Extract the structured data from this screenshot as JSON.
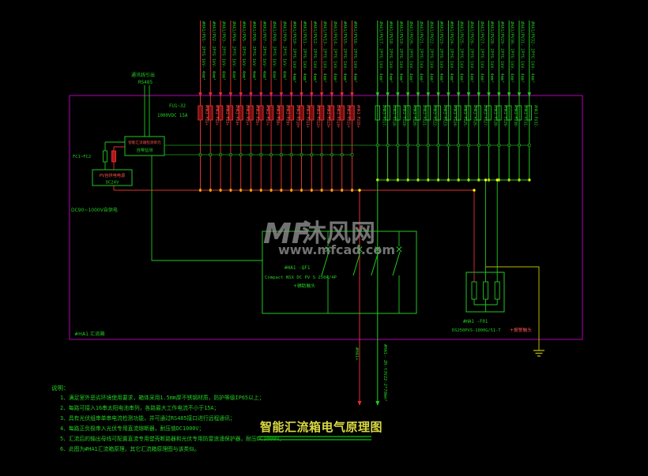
{
  "title": {
    "text": "智能汇流箱电气原理图"
  },
  "watermark": {
    "logo": "MF",
    "brand": "沐风网",
    "url": "www.mfcad.com"
  },
  "box_label": "#HA1 汇流箱",
  "comm": {
    "line1": "通讯线引出",
    "line2": "RS485"
  },
  "fuse_bank": {
    "label1": "FU1~32",
    "label2": "1000VDC 15A"
  },
  "monitor_unit": {
    "line1": "智能汇流箱检测单元",
    "line2": "自带监测"
  },
  "supply": {
    "fuse_label": "FC1~FC2",
    "box_line1": "PV自供电电源",
    "box_line2": "DC24V",
    "note": "DC90~1000V自供电"
  },
  "breaker": {
    "name": "#HA1 -QF1",
    "model": "Compact NSX DC PV S 250A/4P",
    "aux": "+辅助触头"
  },
  "spd": {
    "name": "#HA1 -F01",
    "model": "DS250PVS-1000G/51-T",
    "aux": "+报警触头"
  },
  "outputs": {
    "positive": "#HA1+",
    "negative": "#HA1-  ZR-YJV22-2*70mm²"
  },
  "strings": {
    "left_cable_labels": [
      "#HA1/PV1- 2PfG 1kV- 4mm²",
      "#HA1/PV2- 2PfG 1kV- 4mm²",
      "#HA1/PV3- 2PfG 1kV- 4mm²",
      "#HA1/PV4- 2PfG 1kV- 4mm²",
      "#HA1/PV5- 2PfG 1kV- 4mm²",
      "#HA1/PV6- 2PfG 1kV- 4mm²",
      "#HA1/PV7- 2PfG 1kV- 4mm²",
      "#HA1/PV8- 2PfG 1kV- 4mm²",
      "#HA1/PV9- 2PfG 1kV- 4mm²",
      "#HA1/PV10- 2PfG 1kV- 4mm²",
      "#HA1/PV11- 2PfG 1kV- 4mm²",
      "#HA1/PV12- 2PfG 1kV- 4mm²",
      "#HA1/PV13- 2PfG 1kV- 4mm²",
      "#HA1/PV14- 2PfG 1kV- 4mm²",
      "#HA1/PV15- 2PfG 1kV- 4mm²",
      "#HA1/PV16- 2PfG 1kV- 4mm²"
    ],
    "right_cable_labels": [
      "#HA1/PV17- 2PfG 1kV- 4mm²",
      "#HA1/PV18- 2PfG 1kV- 4mm²",
      "#HA1/PV19- 2PfG 1kV- 4mm²",
      "#HA1/PV20- 2PfG 1kV- 4mm²",
      "#HA1/PV21- 2PfG 1kV- 4mm²",
      "#HA1/PV22- 2PfG 1kV- 4mm²",
      "#HA1/PV23- 2PfG 1kV- 4mm²",
      "#HA1/PV24- 2PfG 1kV- 4mm²",
      "#HA1/PV25- 2PfG 1kV- 4mm²",
      "#HA1/PV26- 2PfG 1kV- 4mm²",
      "#HA1/PV27- 2PfG 1kV- 4mm²",
      "#HA1/PV28- 2PfG 1kV- 4mm²",
      "#HA1/PV29- 2PfG 1kV- 4mm²",
      "#HA1/PV30- 2PfG 1kV- 4mm²",
      "#HA1/PV31- 2PfG 1kV- 4mm²",
      "#HA1/PV32- 2PfG 1kV- 4mm²"
    ],
    "left_fuse_labels": [
      "#HA1-FU1+",
      "#HA1-FU2+",
      "#HA1-FU3+",
      "#HA1-FU4+",
      "#HA1-FU5+",
      "#HA1-FU6+",
      "#HA1-FU7+",
      "#HA1-FU8+",
      "#HA1-FU9+",
      "#HA1-FU10+",
      "#HA1-FU11+",
      "#HA1-FU12+",
      "#HA1-FU13+",
      "#HA1-FU14+",
      "#HA1-FU15+",
      "#HA1-FU16+"
    ],
    "right_fuse_labels": [
      "#HA1-FU17-",
      "#HA1-FU18-",
      "#HA1-FU19-",
      "#HA1-FU20-",
      "#HA1-FU21-",
      "#HA1-FU22-",
      "#HA1-FU23-",
      "#HA1-FU24-",
      "#HA1-FU25-",
      "#HA1-FU26-",
      "#HA1-FU27-",
      "#HA1-FU28-",
      "#HA1-FU29-",
      "#HA1-FU30-",
      "#HA1-FU31-",
      "#HA1-FU32-"
    ]
  },
  "notes": {
    "heading": "说明：",
    "items": [
      "1、满足室外恶劣环境使用要求，箱体采用1.5mm厚不锈钢材质，防护等级IP65以上；",
      "2、每路可接入16串太阳电池串列，各路最大工作电流不小于15A；",
      "3、具有光伏组串单串电流检测功能，并可通过RS485接口进行远程通讯；",
      "4、每路正负极串入光伏专用直流熔断器，耐压值DC1000V；",
      "5、汇流后的输出母线可配置直流专用塑壳断路器和光伏专用防雷浪涌保护器，耐压DC1000V。",
      "6、此图为#HA1汇流箱原理，其它汇流箱原理图与该类似。"
    ]
  },
  "colors": {
    "line_positive": "#e03030",
    "line_negative": "#22c822",
    "border": "#b400b4",
    "junction": "#ffff00",
    "earth": "#b8b800",
    "title": "#d9d943",
    "watermark": "#8f8f8f",
    "label_green": "#22cc22",
    "label_red": "#ff5050"
  }
}
